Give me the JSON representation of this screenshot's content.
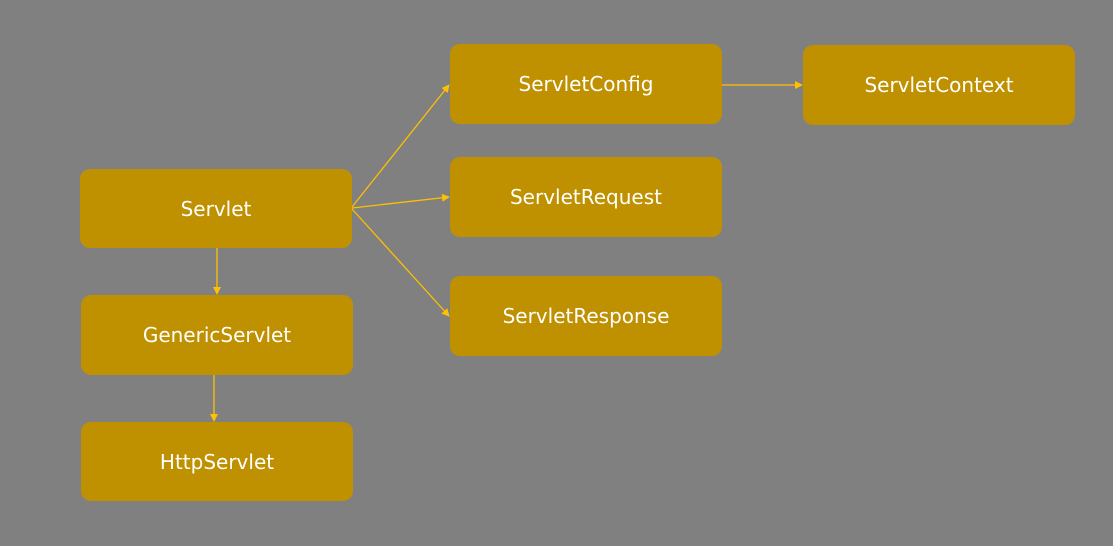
{
  "diagram": {
    "background_color": "#808080",
    "node_color": "#bf9000",
    "edge_color": "#ffc000",
    "text_color": "#ffffff",
    "nodes": {
      "servlet": "Servlet",
      "generic_servlet": "GenericServlet",
      "http_servlet": "HttpServlet",
      "servlet_config": "ServletConfig",
      "servlet_request": "ServletRequest",
      "servlet_response": "ServletResponse",
      "servlet_context": "ServletContext"
    },
    "edges": [
      {
        "from": "servlet",
        "to": "generic_servlet"
      },
      {
        "from": "generic_servlet",
        "to": "http_servlet"
      },
      {
        "from": "servlet",
        "to": "servlet_config"
      },
      {
        "from": "servlet",
        "to": "servlet_request"
      },
      {
        "from": "servlet",
        "to": "servlet_response"
      },
      {
        "from": "servlet_config",
        "to": "servlet_context"
      }
    ]
  }
}
